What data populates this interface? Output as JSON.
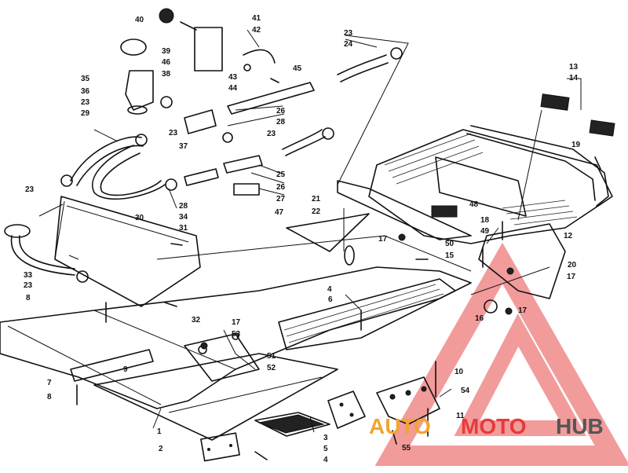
{
  "watermark": {
    "part1": "AUTO",
    "part2": "MOTO",
    "part3": "HUB",
    "color_orange": "#f2a531",
    "color_red": "#e83a3a",
    "color_gray": "#555555"
  },
  "callouts": [
    {
      "id": "c1",
      "text": "1"
    },
    {
      "id": "c2",
      "text": "2"
    },
    {
      "id": "c3",
      "text": "3"
    },
    {
      "id": "c4a",
      "text": "4"
    },
    {
      "id": "c4b",
      "text": "4"
    },
    {
      "id": "c5",
      "text": "5"
    },
    {
      "id": "c6",
      "text": "6"
    },
    {
      "id": "c7",
      "text": "7"
    },
    {
      "id": "c8a",
      "text": "8"
    },
    {
      "id": "c8b",
      "text": "8"
    },
    {
      "id": "c9",
      "text": "9"
    },
    {
      "id": "c10",
      "text": "10"
    },
    {
      "id": "c11",
      "text": "11"
    },
    {
      "id": "c12",
      "text": "12"
    },
    {
      "id": "c13",
      "text": "13"
    },
    {
      "id": "c14",
      "text": "14"
    },
    {
      "id": "c15",
      "text": "15"
    },
    {
      "id": "c16",
      "text": "16"
    },
    {
      "id": "c17a",
      "text": "17"
    },
    {
      "id": "c17b",
      "text": "17"
    },
    {
      "id": "c17c",
      "text": "17"
    },
    {
      "id": "c17d",
      "text": "17"
    },
    {
      "id": "c18",
      "text": "18"
    },
    {
      "id": "c19",
      "text": "19"
    },
    {
      "id": "c20",
      "text": "20"
    },
    {
      "id": "c21",
      "text": "21"
    },
    {
      "id": "c22",
      "text": "22"
    },
    {
      "id": "c23a",
      "text": "23"
    },
    {
      "id": "c23b",
      "text": "23"
    },
    {
      "id": "c23c",
      "text": "23"
    },
    {
      "id": "c23d",
      "text": "23"
    },
    {
      "id": "c23e",
      "text": "23"
    },
    {
      "id": "c23f",
      "text": "23"
    },
    {
      "id": "c24",
      "text": "24"
    },
    {
      "id": "c25",
      "text": "25"
    },
    {
      "id": "c26a",
      "text": "26"
    },
    {
      "id": "c26b",
      "text": "26"
    },
    {
      "id": "c27",
      "text": "27"
    },
    {
      "id": "c28a",
      "text": "28"
    },
    {
      "id": "c28b",
      "text": "28"
    },
    {
      "id": "c29",
      "text": "29"
    },
    {
      "id": "c30",
      "text": "30"
    },
    {
      "id": "c31",
      "text": "31"
    },
    {
      "id": "c32",
      "text": "32"
    },
    {
      "id": "c33",
      "text": "33"
    },
    {
      "id": "c34",
      "text": "34"
    },
    {
      "id": "c35",
      "text": "35"
    },
    {
      "id": "c36",
      "text": "36"
    },
    {
      "id": "c37",
      "text": "37"
    },
    {
      "id": "c38",
      "text": "38"
    },
    {
      "id": "c39",
      "text": "39"
    },
    {
      "id": "c40",
      "text": "40"
    },
    {
      "id": "c41",
      "text": "41"
    },
    {
      "id": "c42",
      "text": "42"
    },
    {
      "id": "c43",
      "text": "43"
    },
    {
      "id": "c44",
      "text": "44"
    },
    {
      "id": "c45",
      "text": "45"
    },
    {
      "id": "c46",
      "text": "46"
    },
    {
      "id": "c47",
      "text": "47"
    },
    {
      "id": "c48",
      "text": "48"
    },
    {
      "id": "c49",
      "text": "49"
    },
    {
      "id": "c50",
      "text": "50"
    },
    {
      "id": "c51",
      "text": "51"
    },
    {
      "id": "c52",
      "text": "52"
    },
    {
      "id": "c53",
      "text": "53"
    },
    {
      "id": "c54",
      "text": "54"
    },
    {
      "id": "c55",
      "text": "55"
    }
  ]
}
